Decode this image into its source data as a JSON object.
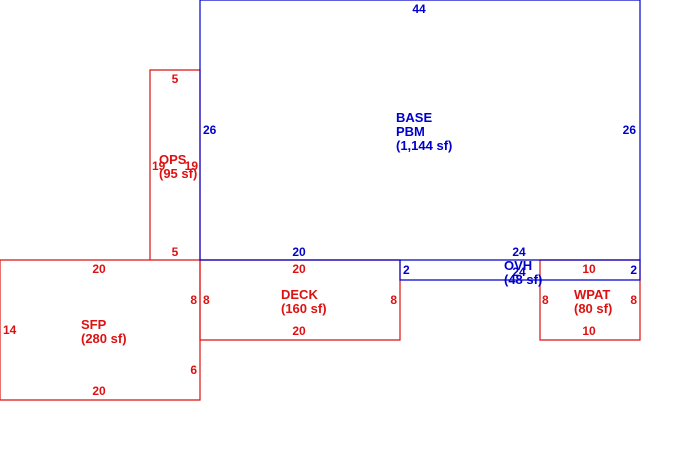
{
  "colors": {
    "base": "#0000cc",
    "addition": "#dd1111",
    "background": "#ffffff"
  },
  "areas": {
    "base": {
      "code": "BASE",
      "type": "PBM",
      "area": "(1,144 sf)",
      "dims": {
        "top": "44",
        "left": "26",
        "right": "26",
        "bottom": "20"
      }
    },
    "ops": {
      "code": "OPS",
      "area": "(95 sf)",
      "dims": {
        "top": "5",
        "left": "19",
        "right": "19",
        "bottom": "5"
      }
    },
    "ovh": {
      "code": "OVH",
      "area": "(48 sf)",
      "dims": {
        "top": "24",
        "bottom": "24",
        "left": "2",
        "right": "2"
      }
    },
    "deck": {
      "code": "DECK",
      "area": "(160 sf)",
      "dims": {
        "top": "20",
        "bottom": "20",
        "left": "8",
        "right": "8"
      }
    },
    "sfp": {
      "code": "SFP",
      "area": "(280 sf)",
      "dims": {
        "top": "20",
        "bottom": "20",
        "left": "14",
        "right_upper": "8",
        "right_lower": "6"
      }
    },
    "wpat": {
      "code": "WPAT",
      "area": "(80 sf)",
      "dims": {
        "top": "10",
        "bottom": "10",
        "left": "8",
        "right": "8"
      }
    }
  }
}
